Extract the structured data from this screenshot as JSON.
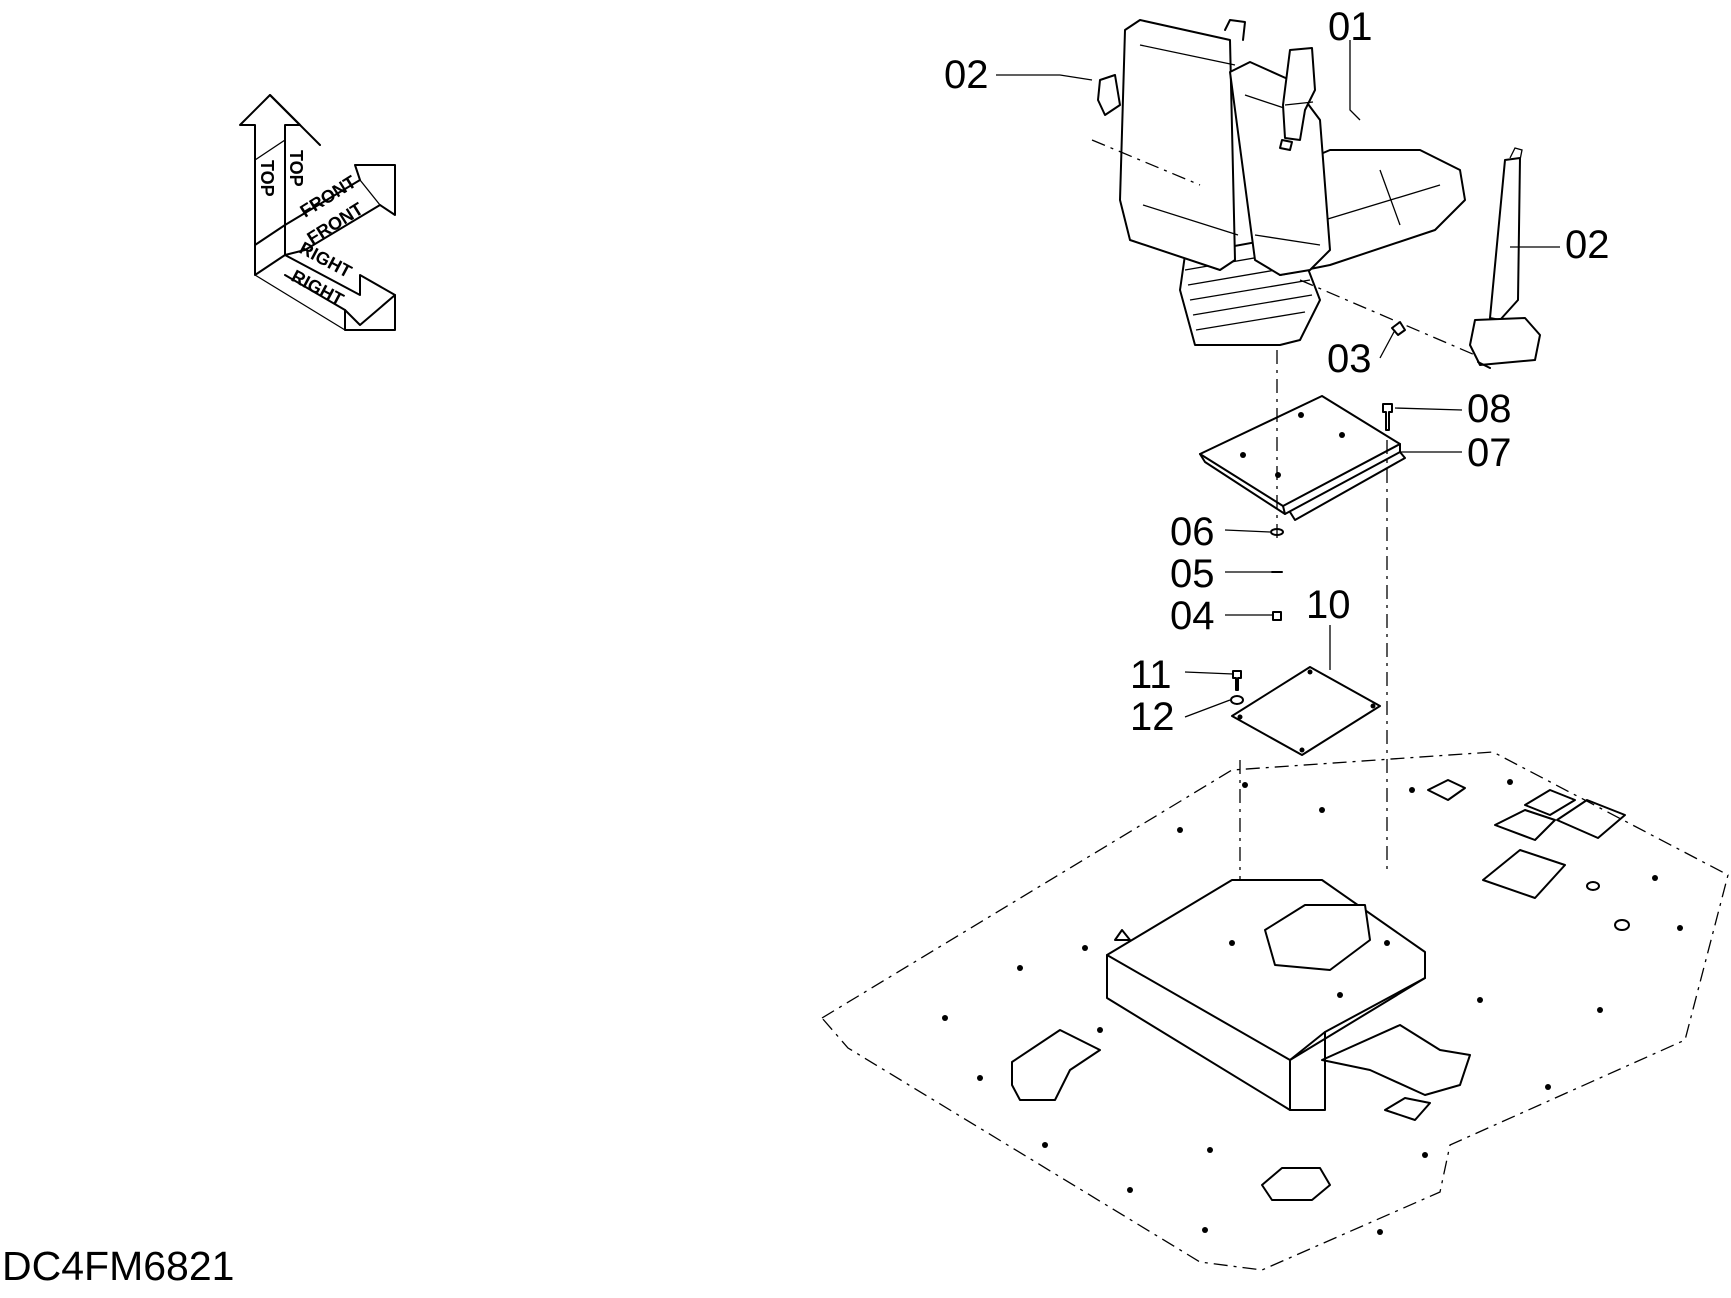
{
  "drawing_code": "DC4FM6821",
  "orientation": {
    "top_label": "TOP",
    "front_label": "FRONT",
    "right_label": "RIGHT"
  },
  "callouts": {
    "c01": "01",
    "c02a": "02",
    "c02b": "02",
    "c03": "03",
    "c04": "04",
    "c05": "05",
    "c06": "06",
    "c07": "07",
    "c08": "08",
    "c10": "10",
    "c11": "11",
    "c12": "12"
  }
}
